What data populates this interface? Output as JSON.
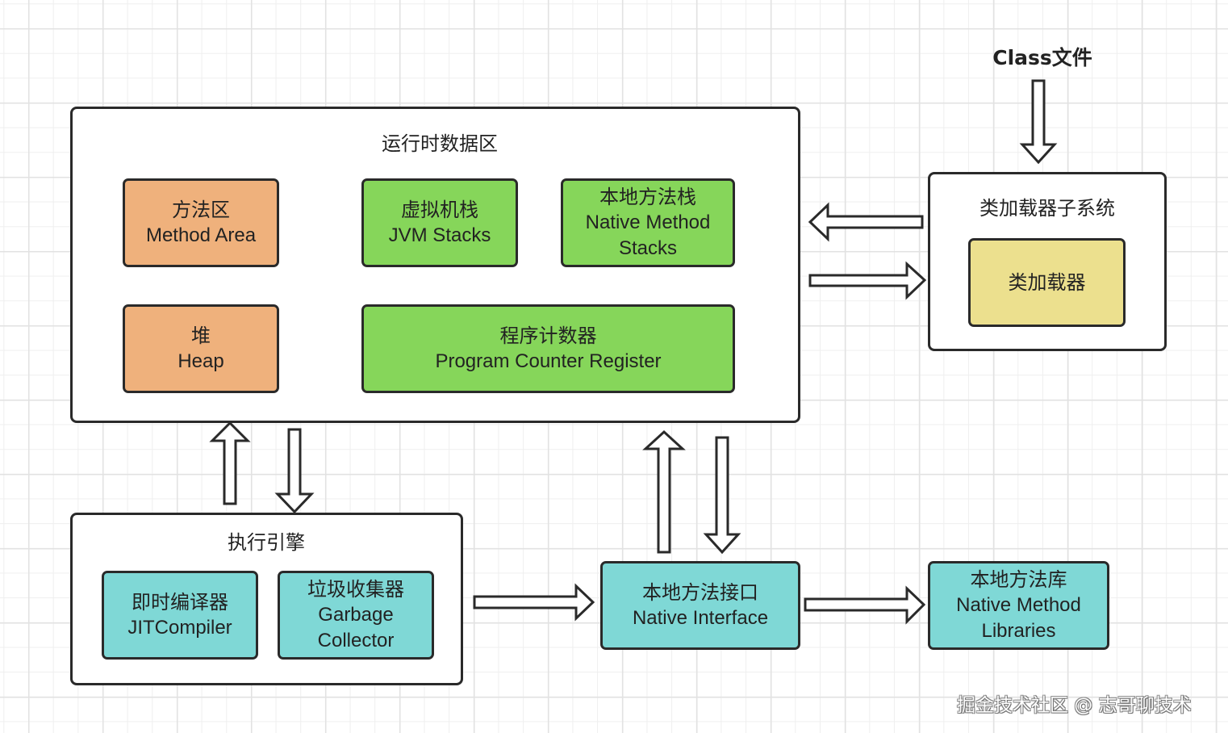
{
  "diagram": {
    "class_file": "Class文件",
    "runtime_data_area": {
      "title": "运行时数据区",
      "method_area": {
        "cn": "方法区",
        "en": "Method Area"
      },
      "jvm_stacks": {
        "cn": "虚拟机栈",
        "en": "JVM Stacks"
      },
      "native_method_stacks": {
        "cn": "本地方法栈",
        "en1": "Native Method",
        "en2": "Stacks"
      },
      "heap": {
        "cn": "堆",
        "en": "Heap"
      },
      "program_counter": {
        "cn": "程序计数器",
        "en": "Program Counter Register"
      }
    },
    "class_loader_subsystem": {
      "title": "类加载器子系统",
      "class_loader": "类加载器"
    },
    "execution_engine": {
      "title": "执行引擎",
      "jit": {
        "cn": "即时编译器",
        "en": "JITCompiler"
      },
      "gc": {
        "cn": "垃圾收集器",
        "en1": "Garbage",
        "en2": "Collector"
      }
    },
    "native_interface": {
      "cn": "本地方法接口",
      "en": "Native Interface"
    },
    "native_libraries": {
      "cn": "本地方法库",
      "en1": "Native Method",
      "en2": "Libraries"
    },
    "watermark": "掘金技术社区 @ 志哥聊技术",
    "colors": {
      "orange": "#efb17c",
      "green": "#86d65a",
      "teal": "#7fd8d6",
      "yellow": "#ece08e",
      "border": "#2a2a2a"
    }
  }
}
